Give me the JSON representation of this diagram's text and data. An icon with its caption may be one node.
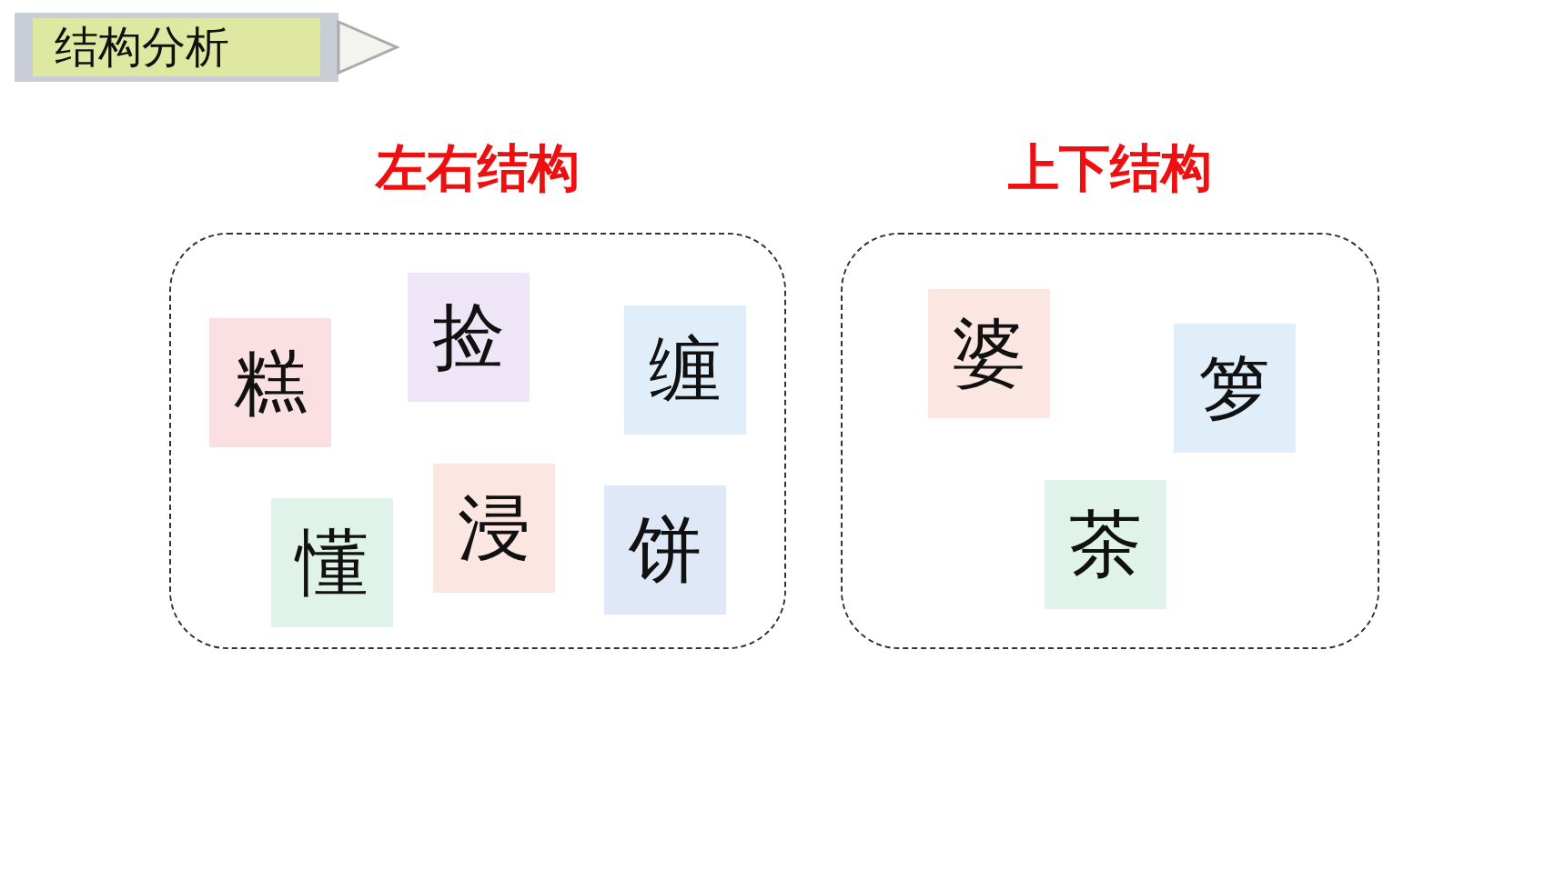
{
  "diagram": {
    "title": "结构分析",
    "nodes": [
      {
        "text": [
          "左右结构"
        ]
      },
      {
        "text": [
          "糕"
        ],
        "in": 0
      },
      {
        "text": [
          "捡"
        ],
        "in": 0
      },
      {
        "text": [
          "缠"
        ],
        "in": 0
      },
      {
        "text": [
          "懂"
        ],
        "in": 0
      },
      {
        "text": [
          "浸"
        ],
        "in": 0
      },
      {
        "text": [
          "饼"
        ],
        "in": 0
      },
      {
        "text": [
          "上下结构"
        ]
      },
      {
        "text": [
          "婆"
        ],
        "in": 7
      },
      {
        "text": [
          "箩"
        ],
        "in": 7
      },
      {
        "text": [
          "茶"
        ],
        "in": 7
      }
    ],
    "edges": []
  }
}
